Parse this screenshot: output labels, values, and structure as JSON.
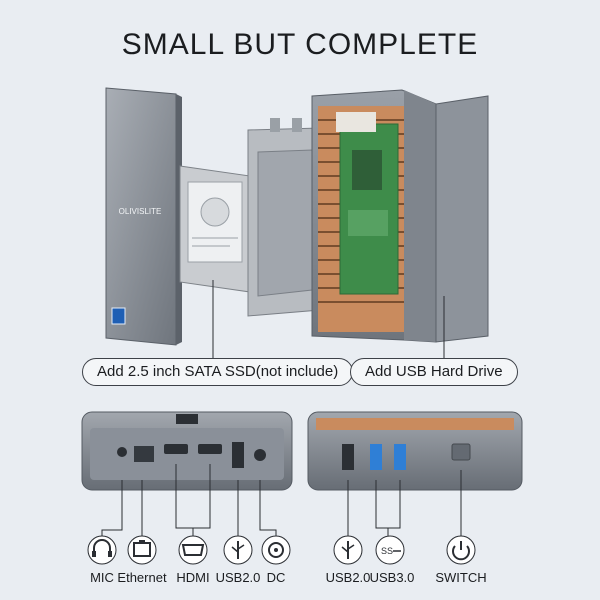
{
  "title": "SMALL BUT COMPLETE",
  "brand": "OLIVISLITE",
  "callouts": {
    "ssd": "Add 2.5 inch SATA SSD(not include)",
    "usb_drive": "Add USB Hard Drive"
  },
  "front_ports": [
    {
      "label": "MIC",
      "icon": "headphones-icon"
    },
    {
      "label": "Ethernet",
      "icon": "ethernet-icon"
    },
    {
      "label": "HDMI",
      "icon": "hdmi-icon"
    },
    {
      "label": "USB2.0",
      "icon": "usb-icon"
    },
    {
      "label": "DC",
      "icon": "dc-power-icon"
    }
  ],
  "side_ports": [
    {
      "label": "USB2.0",
      "icon": "usb-icon"
    },
    {
      "label": "USB3.0",
      "icon": "usb-ss-icon"
    },
    {
      "label": "SWITCH",
      "icon": "power-icon"
    }
  ],
  "colors": {
    "accent": "#2f7fd6",
    "body": "#8a9099",
    "copper": "#c98b5e",
    "pcb": "#3e8c4a"
  }
}
